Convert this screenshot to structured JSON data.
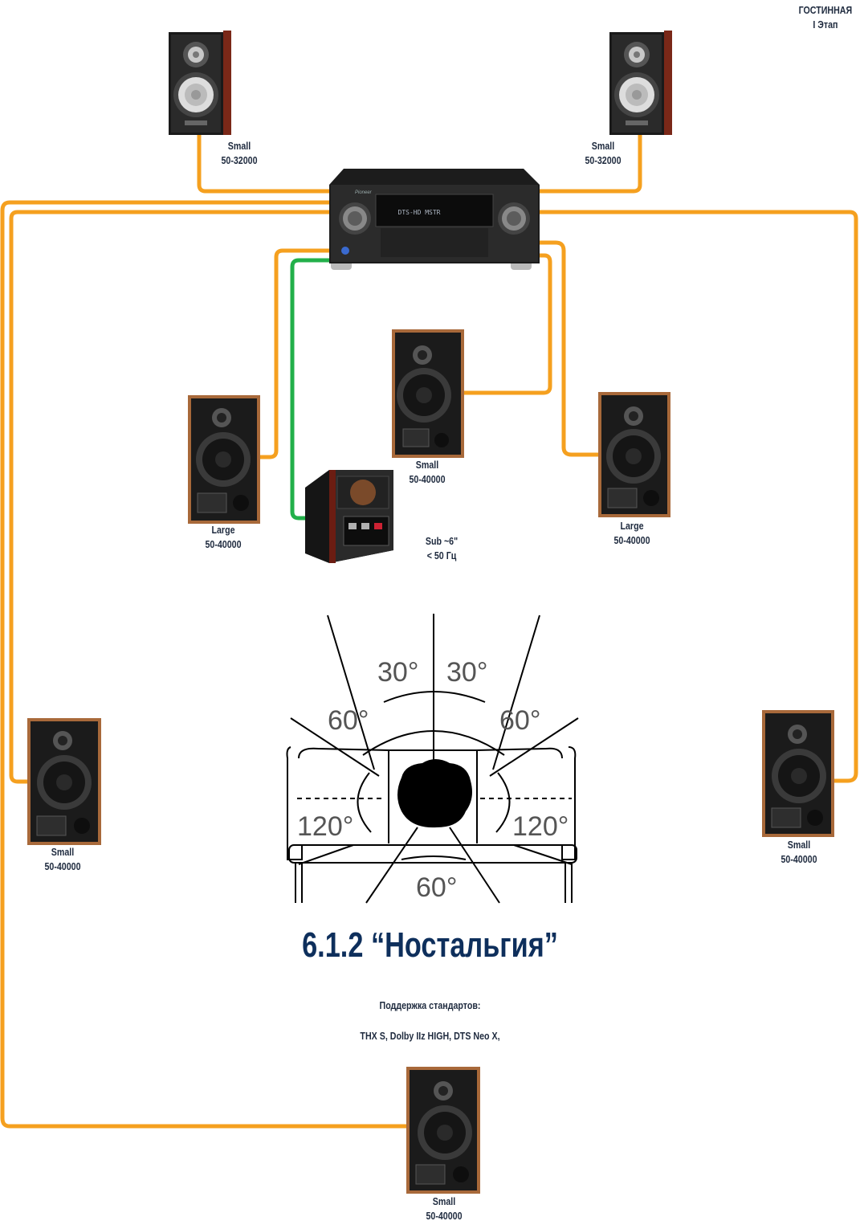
{
  "header": {
    "room": "ГОСТИННАЯ",
    "stage": "I Этап"
  },
  "title": "6.1.2 “Ностальгия”",
  "standards": {
    "heading": "Поддержка стандартов:",
    "list": "THX S, Dolby IIz HIGH, DTS Neo X,"
  },
  "receiver": {
    "display_text": "DTS-HD MSTR",
    "brand": "Pioneer"
  },
  "speakers": {
    "front_high_left": {
      "size": "Small",
      "range": "50-32000"
    },
    "front_high_right": {
      "size": "Small",
      "range": "50-32000"
    },
    "center": {
      "size": "Small",
      "range": "50-40000"
    },
    "front_left": {
      "size": "Large",
      "range": "50-40000"
    },
    "front_right": {
      "size": "Large",
      "range": "50-40000"
    },
    "surround_left": {
      "size": "Small",
      "range": "50-40000"
    },
    "surround_right": {
      "size": "Small",
      "range": "50-40000"
    },
    "surround_back": {
      "size": "Small",
      "range": "50-40000"
    },
    "subwoofer": {
      "size": "Sub ~6\"",
      "range": "< 50 Гц"
    }
  },
  "angles": {
    "a30_left": "30°",
    "a30_right": "30°",
    "a60_left": "60°",
    "a60_right": "60°",
    "a120_left": "120°",
    "a120_right": "120°",
    "a60_back": "60°"
  },
  "colors": {
    "speaker_wire": "#f5a01f",
    "sub_wire": "#22b04a",
    "title": "#0e2f5c",
    "text": "#1e2a3e"
  }
}
